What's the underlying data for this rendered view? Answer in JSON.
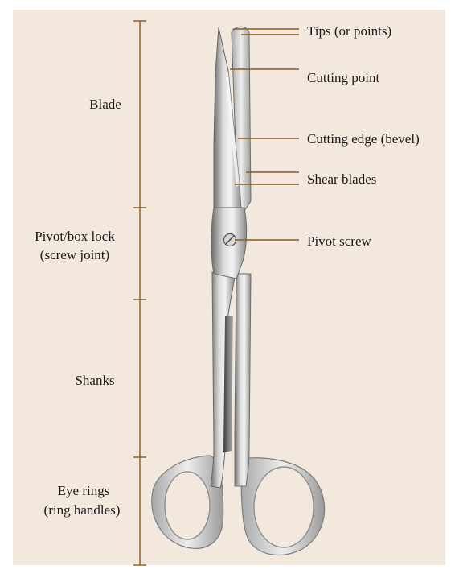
{
  "colors": {
    "background": "#f3e8de",
    "bracket": "#8a5a1c",
    "text": "#1a1a1a"
  },
  "left_labels": {
    "blade": "Blade",
    "pivot_line1": "Pivot/box lock",
    "pivot_line2": "(screw joint)",
    "shanks": "Shanks",
    "eye_line1": "Eye rings",
    "eye_line2": "(ring handles)"
  },
  "right_labels": {
    "tips": "Tips (or points)",
    "cutting_point": "Cutting point",
    "cutting_edge": "Cutting edge (bevel)",
    "shear_blades": "Shear blades",
    "pivot_screw": "Pivot screw"
  }
}
